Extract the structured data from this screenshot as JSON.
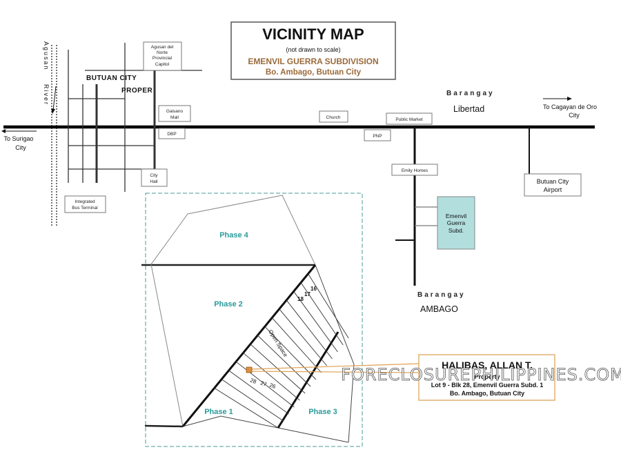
{
  "title_box": {
    "title": "VICINITY MAP",
    "subtitle": "(not drawn to scale)",
    "subdivision": "EMENVIL GUERRA SUBDIVISION",
    "location": "Bo. Ambago, Butuan City",
    "accent_color": "#9a6a3a"
  },
  "directions": {
    "west": [
      "To Surigao",
      "City"
    ],
    "east": [
      "To  Cagayan de Oro",
      "City"
    ]
  },
  "river": {
    "name_part1": "Agusan",
    "name_part2": "River"
  },
  "districts": {
    "butuan_city": "BUTUAN CITY",
    "proper": "PROPER",
    "libertad_prefix": "Barangay",
    "libertad": "Libertad",
    "ambago_prefix": "Barangay",
    "ambago": "AMBAGO"
  },
  "landmarks": {
    "capitol": [
      "Agusan del",
      "Norte",
      "Provincial",
      "Capitol"
    ],
    "gaisano": [
      "Gaisano",
      "Mall"
    ],
    "dbp": "DBP",
    "city_hall": [
      "City",
      "Hall"
    ],
    "bus_terminal": [
      "Integrated",
      "Bus Terminal"
    ],
    "church": "Church",
    "public_market": "Public Market",
    "pnp": "PNP",
    "emily_homes": "Emily Homes",
    "airport": [
      "Butuan City",
      "Airport"
    ],
    "emenvil": [
      "Emenvil",
      "Guerra",
      "Subd."
    ],
    "emenvil_fill": "#b2dede"
  },
  "site_plan": {
    "phases": [
      "Phase 1",
      "Phase 2",
      "Phase 3",
      "Phase 4"
    ],
    "phase_color": "#2a9a9a",
    "open_space": "Open Space",
    "lots_top": [
      "16",
      "17",
      "18"
    ],
    "lots_bottom": [
      "28",
      "27",
      "26"
    ],
    "marker_color": "#e0903a"
  },
  "property": {
    "owner": "HALIBAS, ALLAN T.",
    "type": "Property",
    "lot": "Lot 9 - Blk 28, Emenvil Guerra Subd. 1",
    "address": "Bo. Ambago, Butuan City",
    "border_color": "#e0b070"
  },
  "watermark": "FORECLOSUREPHILIPPINES.COM"
}
